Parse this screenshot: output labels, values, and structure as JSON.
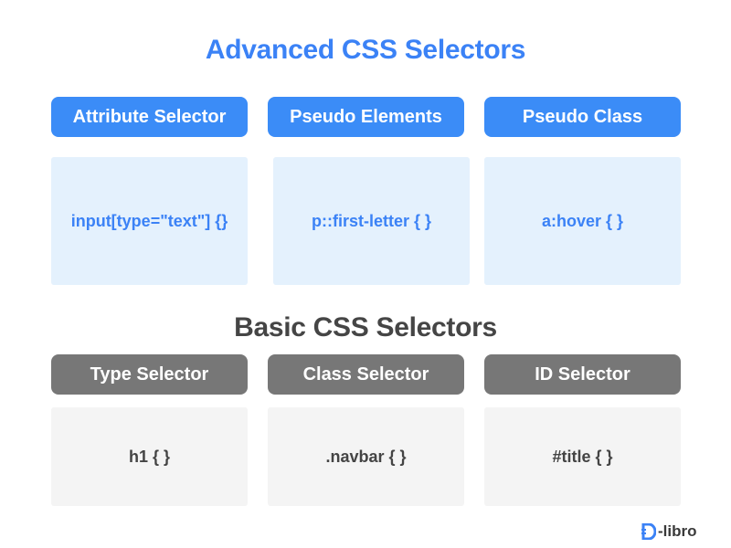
{
  "advanced": {
    "title": "Advanced CSS Selectors",
    "items": [
      {
        "label": "Attribute Selector",
        "example": "input[type=\"text\"] {}"
      },
      {
        "label": "Pseudo Elements",
        "example": "p::first-letter { }"
      },
      {
        "label": "Pseudo Class",
        "example": "a:hover { }"
      }
    ],
    "accent_color": "#3b8cf7"
  },
  "basic": {
    "title": "Basic CSS Selectors",
    "items": [
      {
        "label": "Type Selector",
        "example": "h1 { }"
      },
      {
        "label": "Class Selector",
        "example": ".navbar { }"
      },
      {
        "label": "ID Selector",
        "example": "#title { }"
      }
    ],
    "accent_color": "#777777"
  },
  "logo": {
    "text": "-libro",
    "icon": "d-libro-logo-icon"
  }
}
